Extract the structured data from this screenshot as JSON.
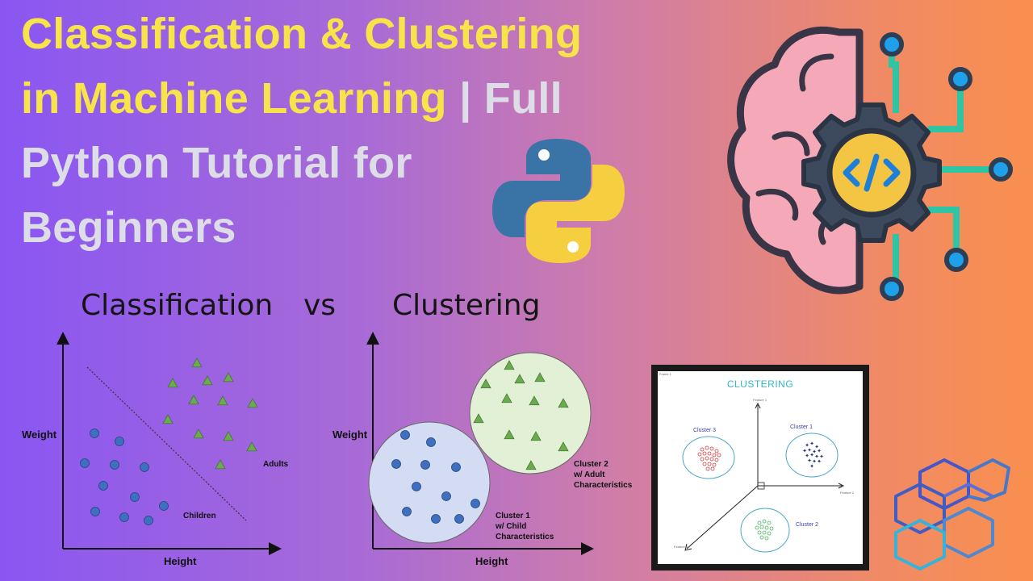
{
  "title": {
    "line1": "Classification & Clustering",
    "line2_yellow": "in Machine Learning",
    "line2_rest": " | Full",
    "line3": "Python Tutorial for",
    "line4": "Beginners"
  },
  "headings": {
    "left": "Classification",
    "middle": "vs",
    "right": "Clustering"
  },
  "classification_plot": {
    "ylabel": "Weight",
    "xlabel": "Height",
    "group_children": "Children",
    "group_adults": "Adults"
  },
  "clustering_plot": {
    "ylabel": "Weight",
    "xlabel": "Height",
    "cluster1_label": [
      "Cluster 1",
      "w/ Child",
      "Characteristics"
    ],
    "cluster2_label": [
      "Cluster 2",
      "w/ Adult",
      "Characteristics"
    ]
  },
  "clustering_panel": {
    "corner": "Frame 1",
    "title": "CLUSTERING",
    "cluster1": "Cluster 1",
    "cluster2": "Cluster 2",
    "cluster3": "Cluster 3",
    "feature1": "Feature 1",
    "feature2": "Feature 2",
    "feature3": "Feature 3"
  },
  "icons": [
    "python-logo-icon",
    "brain-gear-code-icon",
    "hexagon-network-icon"
  ],
  "colors": {
    "title_yellow": "#f7e44a",
    "title_gray": "#dcdde6",
    "circle_point": "#3f6fc0",
    "triangle_point": "#6aab4e",
    "cluster1_fill": "#d3dcf3",
    "cluster2_fill": "#e2f1d6",
    "panel_title": "#2fb7c7"
  }
}
